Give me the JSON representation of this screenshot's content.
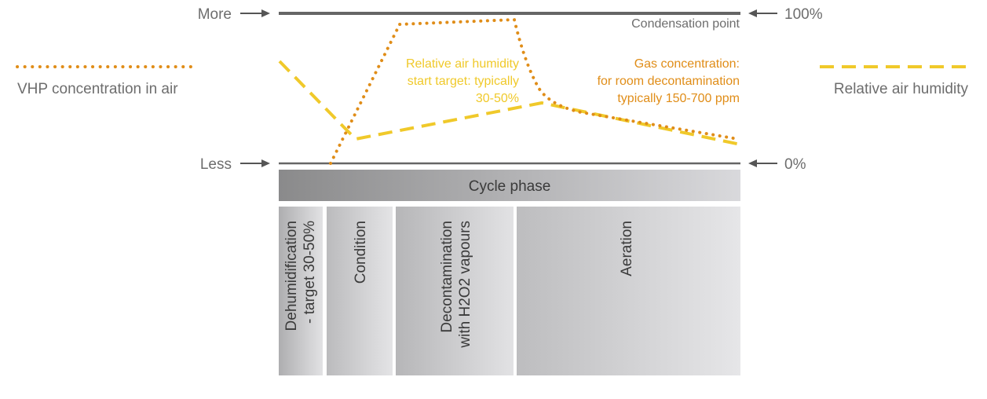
{
  "levels": {
    "more_label": "More",
    "less_label": "Less",
    "max_label": "100%",
    "min_label": "0%",
    "condensation_label": "Condensation point"
  },
  "legend": {
    "vhp": {
      "label": "VHP concentration in air",
      "color": "#e08d18",
      "style": "dotted"
    },
    "humidity": {
      "label": "Relative air humidity",
      "color": "#f0c92a",
      "style": "dashed"
    }
  },
  "annotations": {
    "humidity_target": [
      "Relative air humidity",
      "start target: typically",
      "30-50%"
    ],
    "gas_concentration": [
      "Gas concentration:",
      "for room decontamination",
      "typically 150-700 ppm"
    ]
  },
  "cycle": {
    "title": "Cycle phase",
    "phases": [
      {
        "lines": [
          "Dehumidification",
          "- target 30-50%"
        ]
      },
      {
        "lines": [
          "Condition"
        ]
      },
      {
        "lines": [
          "Decontamination",
          "with H2O2 vapours"
        ]
      },
      {
        "lines": [
          "Aeration"
        ]
      }
    ]
  },
  "colors": {
    "axis": "#666666",
    "text_gray": "#6d6d6d",
    "vhp_orange": "#e08d18",
    "humidity_yellow": "#f0c92a"
  }
}
